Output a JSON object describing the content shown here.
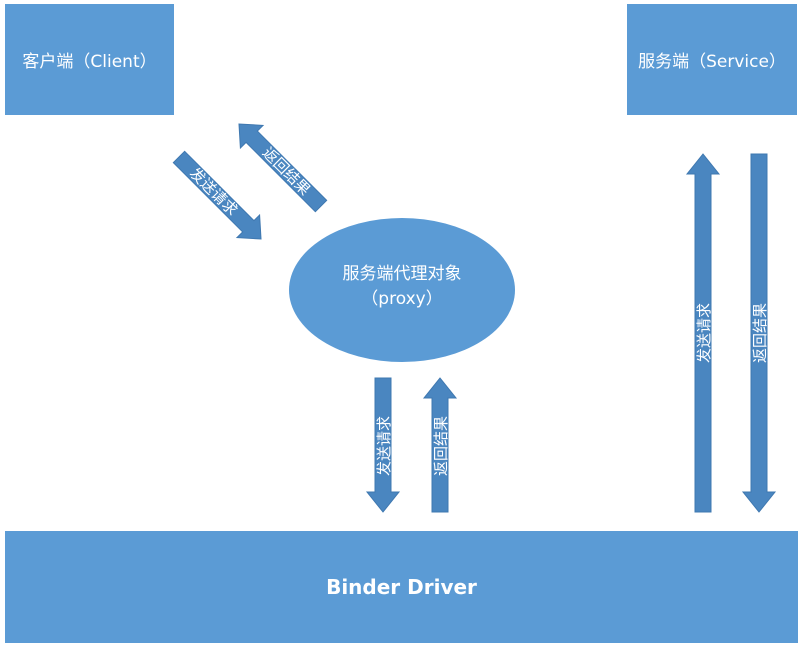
{
  "client": {
    "label": "客户端（Client）"
  },
  "service": {
    "label": "服务端（Service）"
  },
  "proxy": {
    "line1": "服务端代理对象",
    "line2": "（proxy）"
  },
  "driver": {
    "label": "Binder Driver"
  },
  "arrows": {
    "send_request": "发送请求",
    "return_result": "返回结果"
  },
  "colors": {
    "box_fill": "#5b9bd5",
    "arrow_fill": "#4a86c0",
    "text": "#ffffff"
  }
}
